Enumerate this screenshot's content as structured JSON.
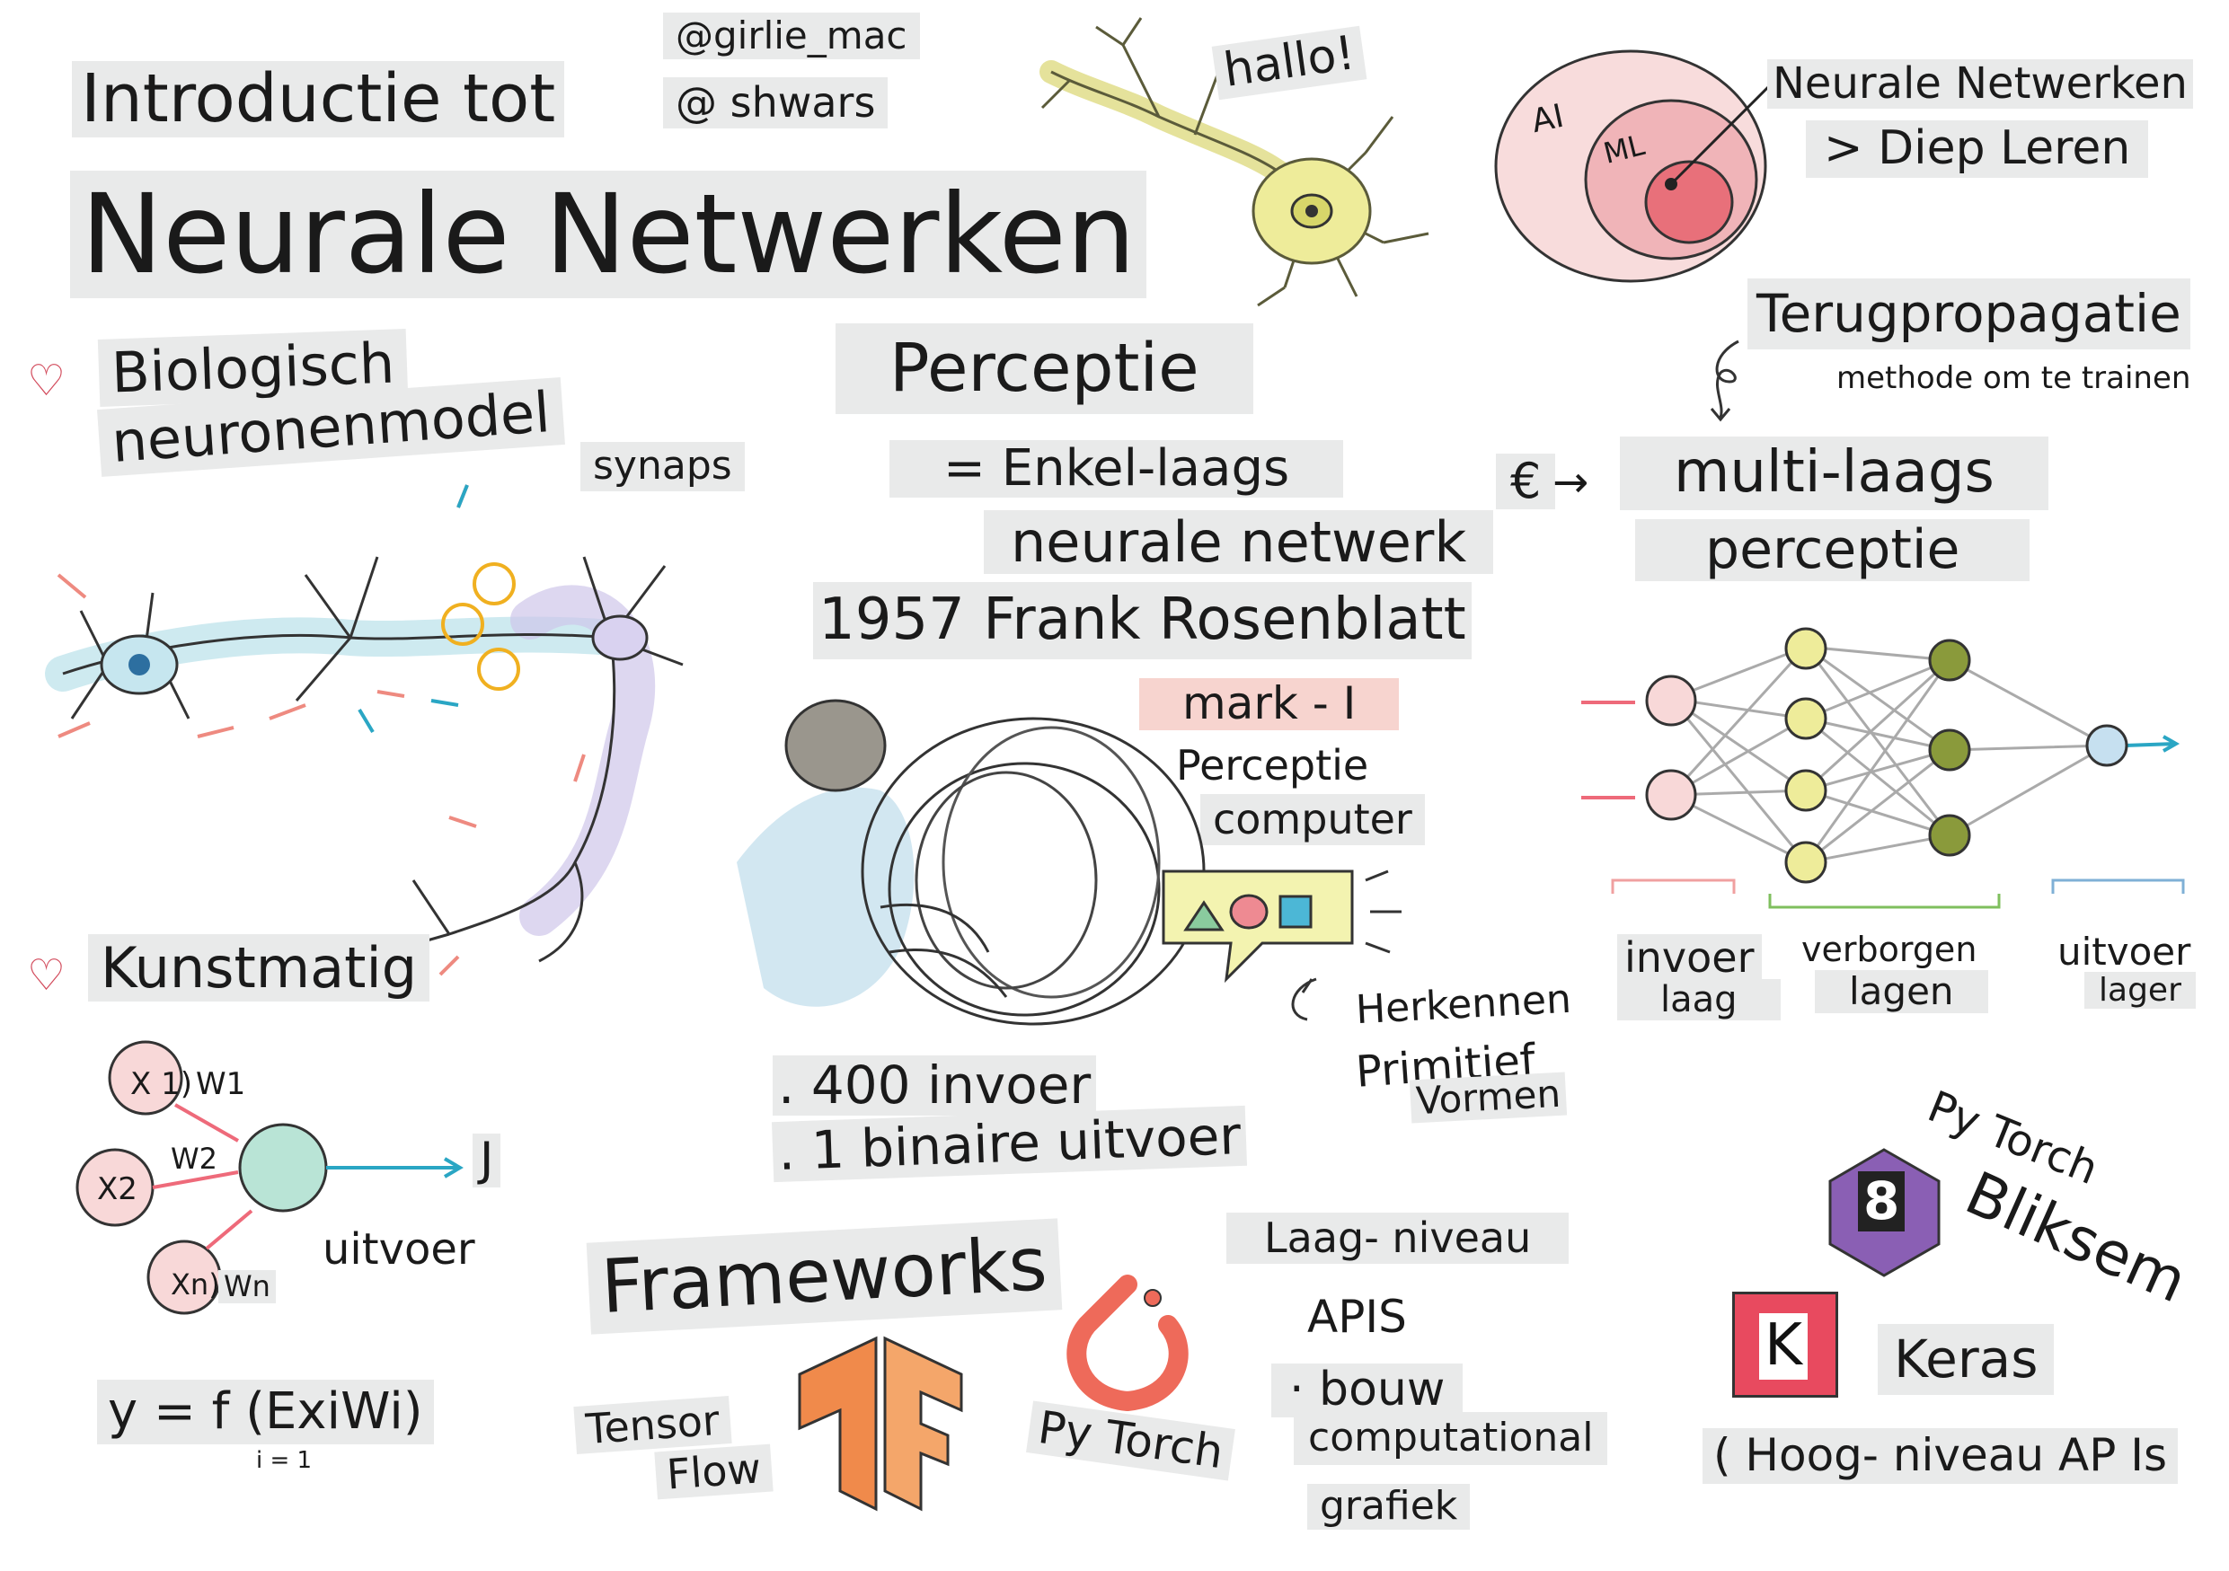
{
  "authors": [
    "@girlie_mac",
    "@ shwars"
  ],
  "title": {
    "line1": "Introductie tot",
    "line2": "Neurale Netwerken"
  },
  "greeting": "hallo!",
  "ai_diagram": {
    "outer": "AI",
    "inner": "ML",
    "callout1": "Neurale Netwerken",
    "callout2": "> Diep Leren"
  },
  "biological": {
    "line1": "Biologisch",
    "line2": "neuronenmodel",
    "synapse": "synaps"
  },
  "artificial": {
    "title": "Kunstmatig",
    "x1": "X 1)",
    "w1": "W1",
    "x2": "X2",
    "w2": "W2",
    "xn": "Xn)",
    "wn": "Wn",
    "output": "uitvoer",
    "y_symbol": "J",
    "formula": "y = f (ExiWi)",
    "formula_sub": "i = 1"
  },
  "perceptron": {
    "title": "Perceptie",
    "def1": "= Enkel-laags",
    "def2": "neurale netwerk",
    "inventor": "1957 Frank Rosenblatt",
    "mark": "mark - I",
    "computer1": "Perceptie",
    "computer2": "computer",
    "recognize1": "Herkennen",
    "recognize2": "Primitief",
    "recognize3": "Vormen",
    "fact1": ". 400 invoer",
    "fact2": ". 1 binaire uitvoer"
  },
  "backprop": {
    "title": "Terugpropagatie",
    "subtitle": "methode om te trainen"
  },
  "mlp": {
    "symbol": "€",
    "line1": "multi-laags",
    "line2": "perceptie",
    "input": "invoer",
    "input2": "laag",
    "hidden": "verborgen",
    "hidden2": "lagen",
    "output": "uitvoer",
    "output2": "lager"
  },
  "frameworks": {
    "title": "Frameworks",
    "tf1": "Tensor",
    "tf2": "Flow",
    "pytorch": "Py Torch",
    "low1": "Laag- niveau",
    "low2": "APIS",
    "low3": "· bouw",
    "low4": "computational",
    "low5": "grafiek",
    "lightning1": "Py Torch",
    "lightning2": "Bliksem",
    "keras": "Keras",
    "keras_letter": "K",
    "lightning_icon": "8",
    "high": "( Hoog- niveau AP Is"
  },
  "colors": {
    "pink": "#f3c9c9",
    "yellow": "#f2f2a6",
    "olive": "#8a9a3b",
    "teal": "#2aa6c4",
    "purple": "#8d7fc0",
    "salmon": "#ee8a80",
    "tfOrange": "#f08a4b"
  }
}
